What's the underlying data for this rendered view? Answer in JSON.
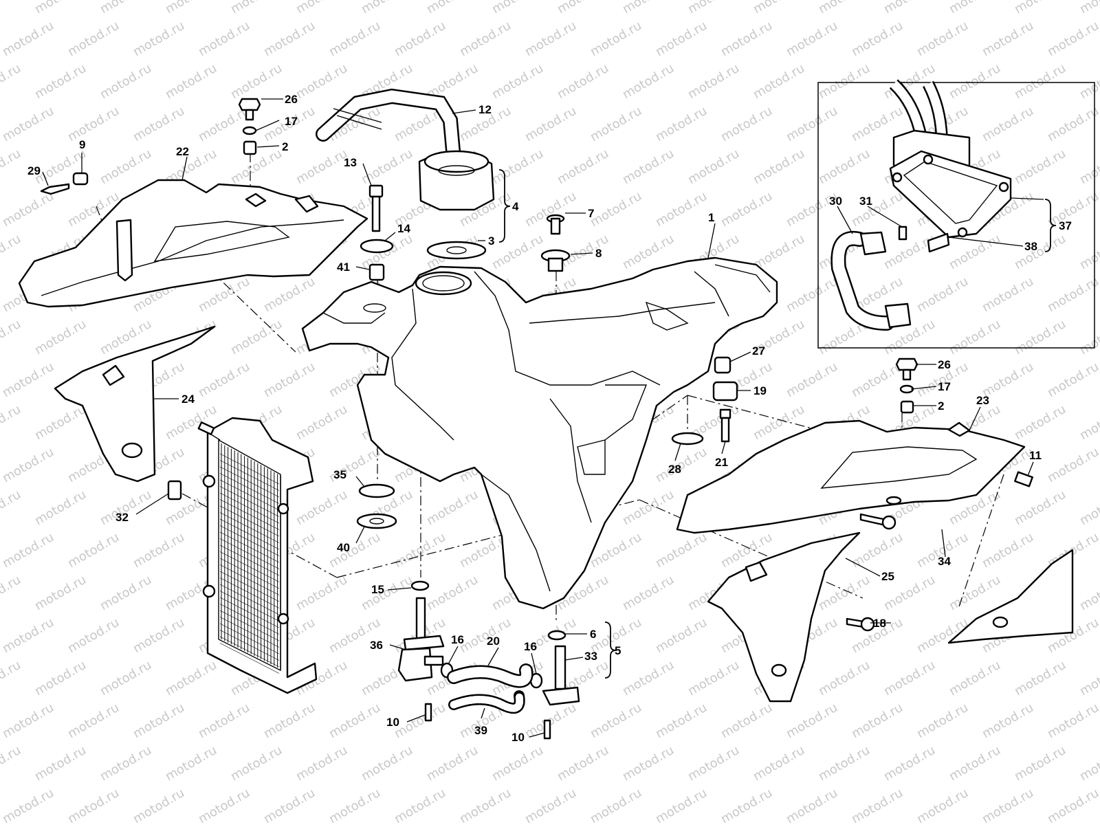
{
  "watermark": "motod.ru",
  "callouts": [
    {
      "id": "26a",
      "label": "26"
    },
    {
      "id": "17a",
      "label": "17"
    },
    {
      "id": "2a",
      "label": "2"
    },
    {
      "id": "9",
      "label": "9"
    },
    {
      "id": "29",
      "label": "29"
    },
    {
      "id": "22",
      "label": "22"
    },
    {
      "id": "12",
      "label": "12"
    },
    {
      "id": "13",
      "label": "13"
    },
    {
      "id": "14",
      "label": "14"
    },
    {
      "id": "41",
      "label": "41"
    },
    {
      "id": "4",
      "label": "4"
    },
    {
      "id": "3",
      "label": "3"
    },
    {
      "id": "7",
      "label": "7"
    },
    {
      "id": "8",
      "label": "8"
    },
    {
      "id": "1",
      "label": "1"
    },
    {
      "id": "30",
      "label": "30"
    },
    {
      "id": "31",
      "label": "31"
    },
    {
      "id": "37",
      "label": "37"
    },
    {
      "id": "38",
      "label": "38"
    },
    {
      "id": "24",
      "label": "24"
    },
    {
      "id": "27",
      "label": "27"
    },
    {
      "id": "19",
      "label": "19"
    },
    {
      "id": "26b",
      "label": "26"
    },
    {
      "id": "17b",
      "label": "17"
    },
    {
      "id": "2b",
      "label": "2"
    },
    {
      "id": "23",
      "label": "23"
    },
    {
      "id": "28",
      "label": "28"
    },
    {
      "id": "21",
      "label": "21"
    },
    {
      "id": "11",
      "label": "11"
    },
    {
      "id": "32",
      "label": "32"
    },
    {
      "id": "35",
      "label": "35"
    },
    {
      "id": "40",
      "label": "40"
    },
    {
      "id": "34",
      "label": "34"
    },
    {
      "id": "25",
      "label": "25"
    },
    {
      "id": "15",
      "label": "15"
    },
    {
      "id": "18",
      "label": "18"
    },
    {
      "id": "6",
      "label": "6"
    },
    {
      "id": "5",
      "label": "5"
    },
    {
      "id": "36",
      "label": "36"
    },
    {
      "id": "16a",
      "label": "16"
    },
    {
      "id": "20",
      "label": "20"
    },
    {
      "id": "16b",
      "label": "16"
    },
    {
      "id": "33",
      "label": "33"
    },
    {
      "id": "10a",
      "label": "10"
    },
    {
      "id": "39",
      "label": "39"
    },
    {
      "id": "10b",
      "label": "10"
    }
  ]
}
